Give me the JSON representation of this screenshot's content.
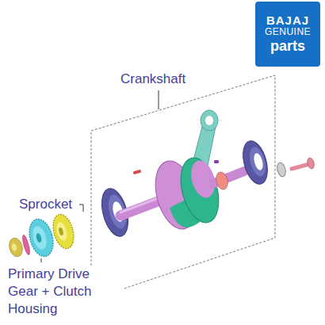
{
  "diagram": {
    "nodes": [
      {
        "text": [
          "BAJAJ",
          "GENUINE",
          "parts"
        ]
      }
    ],
    "labels": [
      "Crankshaft",
      "Sprocket",
      "Primary Drive Gear + Clutch Housing"
    ]
  }
}
